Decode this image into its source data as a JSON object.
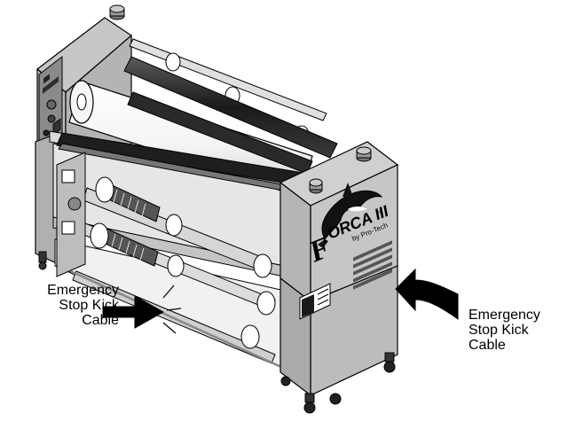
{
  "machine": {
    "brand_letter": "F",
    "brand_name": "ORCA III",
    "trademark": "™",
    "byline": "by Pro-Tech"
  },
  "callouts": {
    "left": {
      "lines": [
        "Emergency",
        "Stop Kick",
        "Cable"
      ]
    },
    "right": {
      "lines": [
        "Emergency",
        "Stop Kick",
        "Cable"
      ]
    }
  },
  "colors": {
    "body_gray": "#b9b9b9",
    "panel_dark": "#3a3a3a",
    "roller_black": "#1e1e1e",
    "arrow_black": "#000000"
  }
}
